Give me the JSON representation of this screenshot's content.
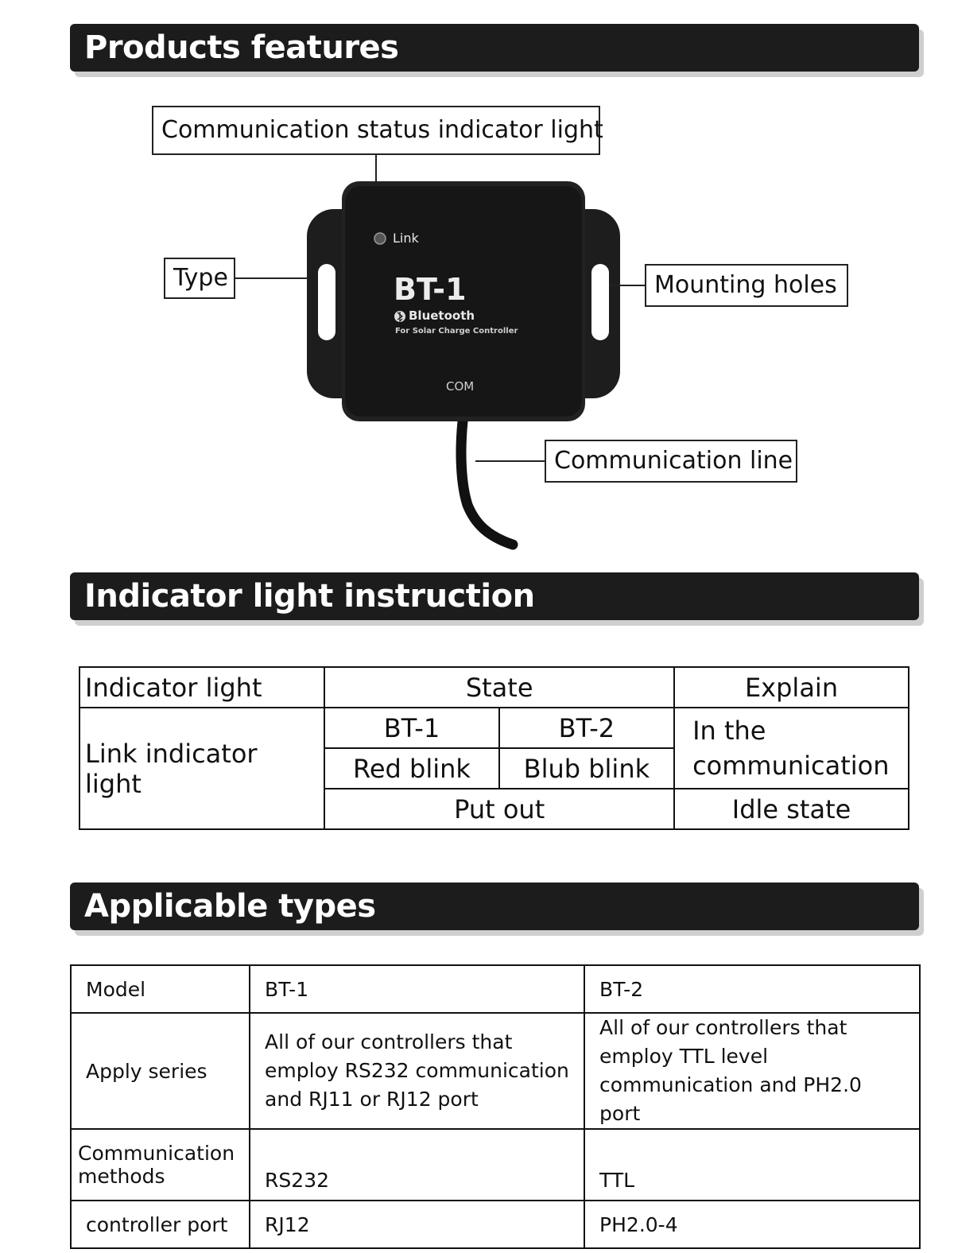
{
  "sections": {
    "features_title": "Products features",
    "indicator_title": "Indicator light instruction",
    "types_title": "Applicable types"
  },
  "diagram": {
    "callouts": {
      "status_light": "Communication status indicator light",
      "type": "Type",
      "mounting_holes": "Mounting holes",
      "comm_line": "Communication line"
    },
    "device": {
      "link_label": "Link",
      "model": "BT-1",
      "brand": "Bluetooth",
      "subtitle": "For Solar Charge Controller",
      "port": "COM"
    }
  },
  "indicator_table": {
    "headers": [
      "Indicator light",
      "State",
      "Explain"
    ],
    "row_label": "Link indicator light",
    "models": [
      "BT-1",
      "BT-2"
    ],
    "comm_states": [
      "Red blink",
      "Blub blink"
    ],
    "comm_explain": "In the communication",
    "idle_state": "Put out",
    "idle_explain": "Idle state"
  },
  "types_table": {
    "rows": [
      {
        "label": "Model",
        "bt1": "BT-1",
        "bt2": "BT-2"
      },
      {
        "label": "Apply series",
        "bt1": "All of our controllers that employ RS232 communication and RJ11 or RJ12 port",
        "bt2": "All of our controllers that employ TTL level communication and PH2.0 port"
      },
      {
        "label": "Communication methods",
        "bt1": "RS232",
        "bt2": "TTL"
      },
      {
        "label": "controller port",
        "bt1": "RJ12",
        "bt2": "PH2.0-4"
      }
    ]
  }
}
